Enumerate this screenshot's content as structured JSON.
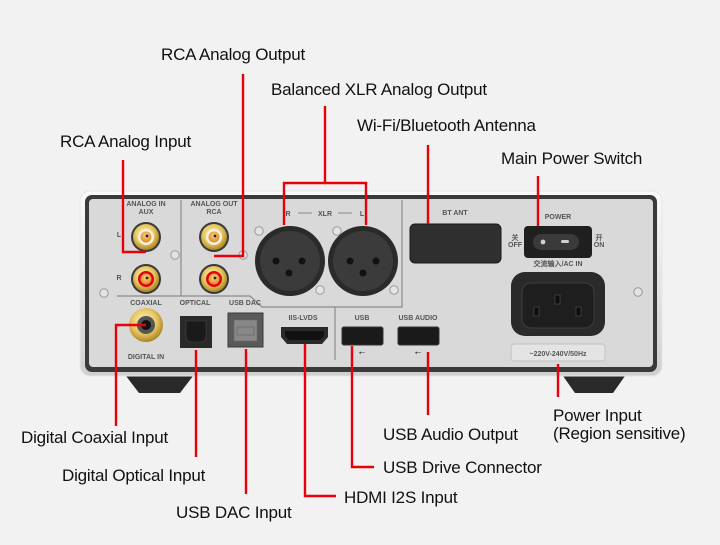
{
  "diagram": {
    "subject": "Audio DAC rear panel connections",
    "accent_line_color": "#e8000b",
    "background_color": "#f2f2f2",
    "callouts": {
      "rca_analog_output": "RCA Analog Output",
      "balanced_xlr_output": "Balanced XLR Analog Output",
      "wifi_bt_antenna": "Wi-Fi/Bluetooth Antenna",
      "rca_analog_input": "RCA Analog Input",
      "main_power_switch": "Main Power Switch",
      "digital_coaxial_input": "Digital Coaxial Input",
      "digital_optical_input": "Digital Optical Input",
      "usb_dac_input": "USB DAC Input",
      "hdmi_i2s_input": "HDMI I2S Input",
      "usb_drive_connector": "USB Drive Connector",
      "usb_audio_output": "USB Audio Output",
      "power_input_line1": "Power Input",
      "power_input_line2": "(Region sensitive)"
    },
    "panel_labels": {
      "analog_in": "ANALOG IN",
      "aux": "AUX",
      "analog_out": "ANALOG OUT",
      "rca": "RCA",
      "left": "L",
      "right": "R",
      "xlr": "XLR",
      "xlr_r": "R",
      "xlr_l": "L",
      "bt_ant": "BT ANT",
      "power": "POWER",
      "off_cn": "关",
      "off": "OFF",
      "on_cn": "开",
      "on": "ON",
      "ac_in": "交流输入/AC IN",
      "coaxial": "COAXIAL",
      "digital_in": "DIGITAL IN",
      "optical": "OPTICAL",
      "usb_dac": "USB DAC",
      "iis_lvds": "IIS-LVDS",
      "usb": "USB",
      "usb_audio": "USB AUDIO",
      "voltage": "~220V-240V/50Hz"
    }
  }
}
